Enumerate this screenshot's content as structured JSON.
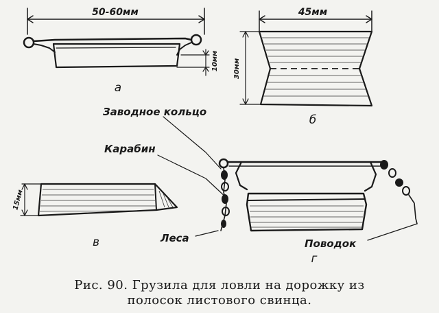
{
  "figure": {
    "dim_width_a": "50-60мм",
    "dim_height_a": "10мм",
    "dim_width_b": "45мм",
    "dim_height_b": "30мм",
    "dim_width_v": "15мм",
    "panel_a": "а",
    "panel_b": "б",
    "panel_v": "в",
    "panel_g": "г",
    "label_ring": "Заводное кольцо",
    "label_carabiner": "Карабин",
    "label_line": "Леса",
    "label_leader": "Поводок"
  },
  "caption": {
    "line1": "Рис. 90. Грузила для ловли на дорожку из",
    "line2": "полосок листового свинца."
  }
}
